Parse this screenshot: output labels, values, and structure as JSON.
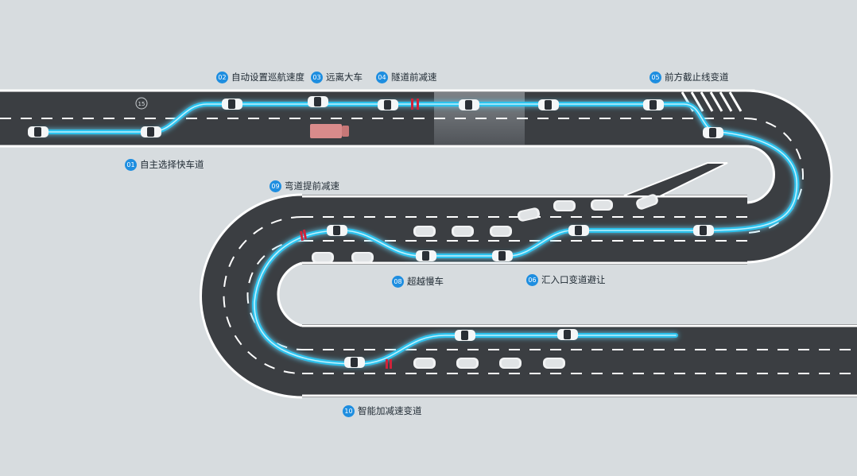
{
  "speed_limit_sign": "15",
  "callouts": [
    {
      "num": "01",
      "label": "自主选择快车道"
    },
    {
      "num": "02",
      "label": "自动设置巡航速度"
    },
    {
      "num": "03",
      "label": "远离大车"
    },
    {
      "num": "04",
      "label": "隧道前减速"
    },
    {
      "num": "05",
      "label": "前方截止线变道"
    },
    {
      "num": "06",
      "label": "汇入口变道避让"
    },
    {
      "num": "08",
      "label": "超越慢车"
    },
    {
      "num": "09",
      "label": "弯道提前减速"
    },
    {
      "num": "10",
      "label": "智能加减速变道"
    }
  ],
  "colors": {
    "background": "#d7dcdf",
    "road": "#3b3e42",
    "road_edge": "#ffffff",
    "lane_marking": "#ffffff",
    "path_glow": "#29c4f0",
    "badge": "#1e8ee0",
    "truck": "#d98b8b",
    "brake_marker": "#d0233a"
  }
}
